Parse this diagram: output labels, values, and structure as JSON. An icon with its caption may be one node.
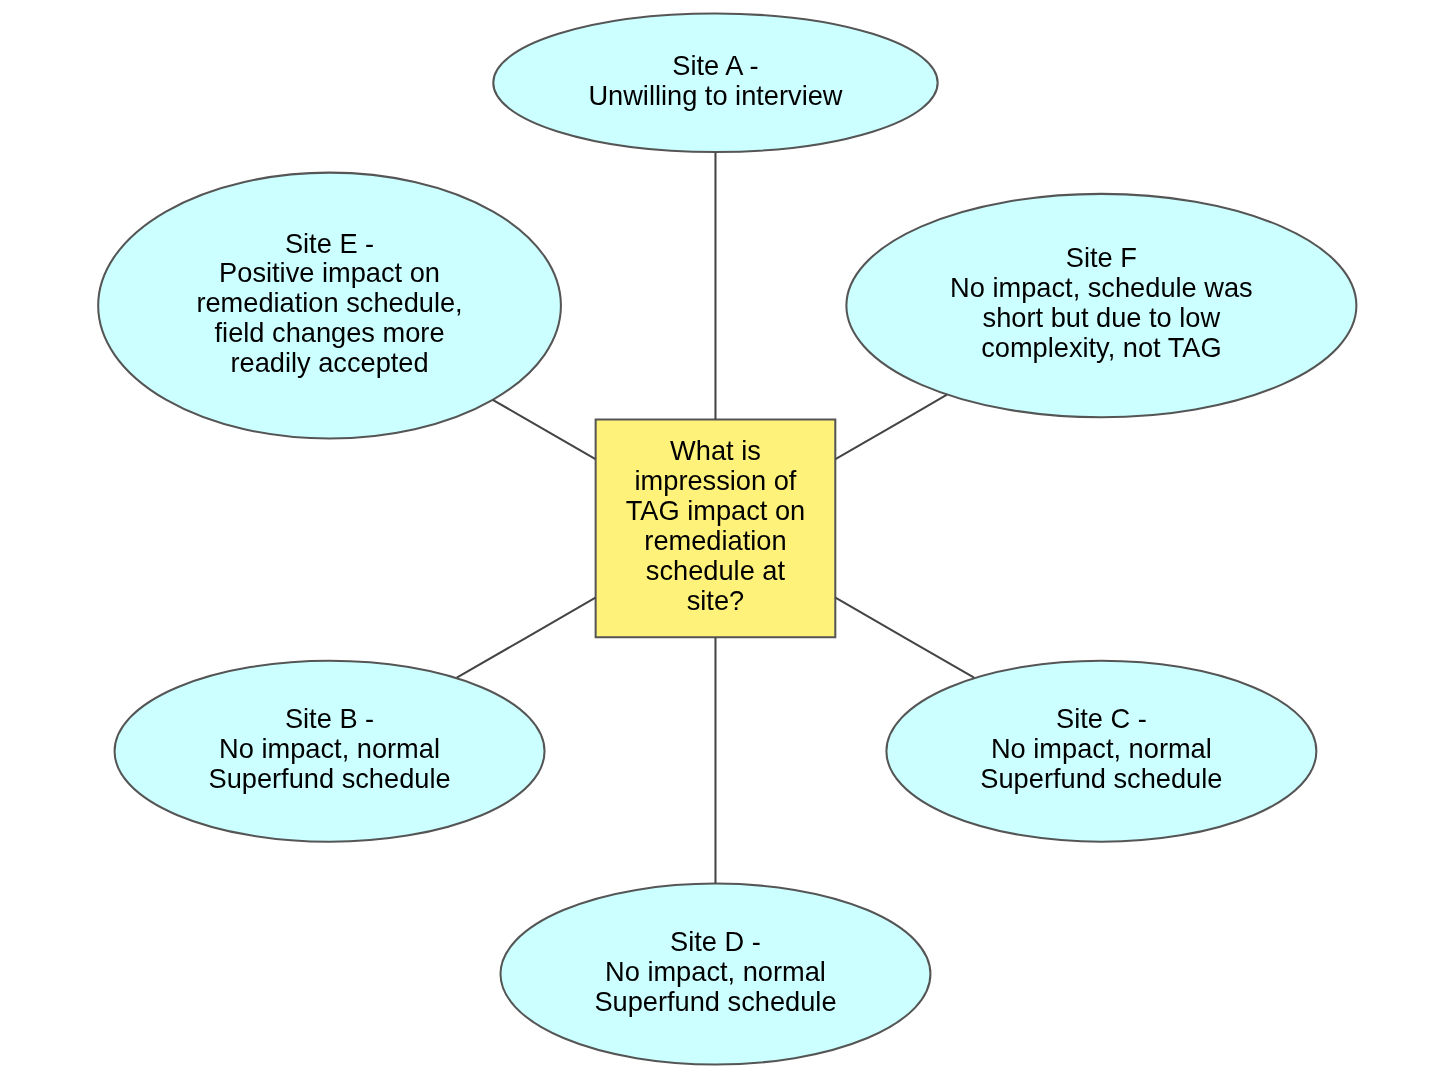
{
  "diagram": {
    "nodes": [
      {
        "text": [
          "Site F",
          "No impact, schedule was short but due to low complexity, not TAG"
        ]
      },
      {
        "text": [
          "Site A -",
          "Unwilling to interview"
        ]
      },
      {
        "text": [
          "What is impression of TAG impact on remediation schedule at site?"
        ]
      },
      {
        "text": [
          "Site E -",
          "Positive impact on remediation schedule, field changes more readily accepted"
        ]
      },
      {
        "text": [
          "Site B -",
          "No impact, normal Superfund schedule"
        ]
      },
      {
        "text": [
          "Site D -",
          "No impact, normal Superfund schedule"
        ]
      },
      {
        "text": [
          "Site C -",
          "No impact, normal Superfund schedule"
        ]
      }
    ],
    "edges": [
      {
        "from": 2,
        "to": 0,
        "arrow": "none"
      },
      {
        "from": 2,
        "to": 1,
        "arrow": "none"
      },
      {
        "from": 2,
        "to": 3,
        "arrow": "none"
      },
      {
        "from": 2,
        "to": 4,
        "arrow": "none"
      },
      {
        "from": 2,
        "to": 5,
        "arrow": "none"
      },
      {
        "from": 2,
        "to": 6,
        "arrow": "none"
      }
    ]
  }
}
